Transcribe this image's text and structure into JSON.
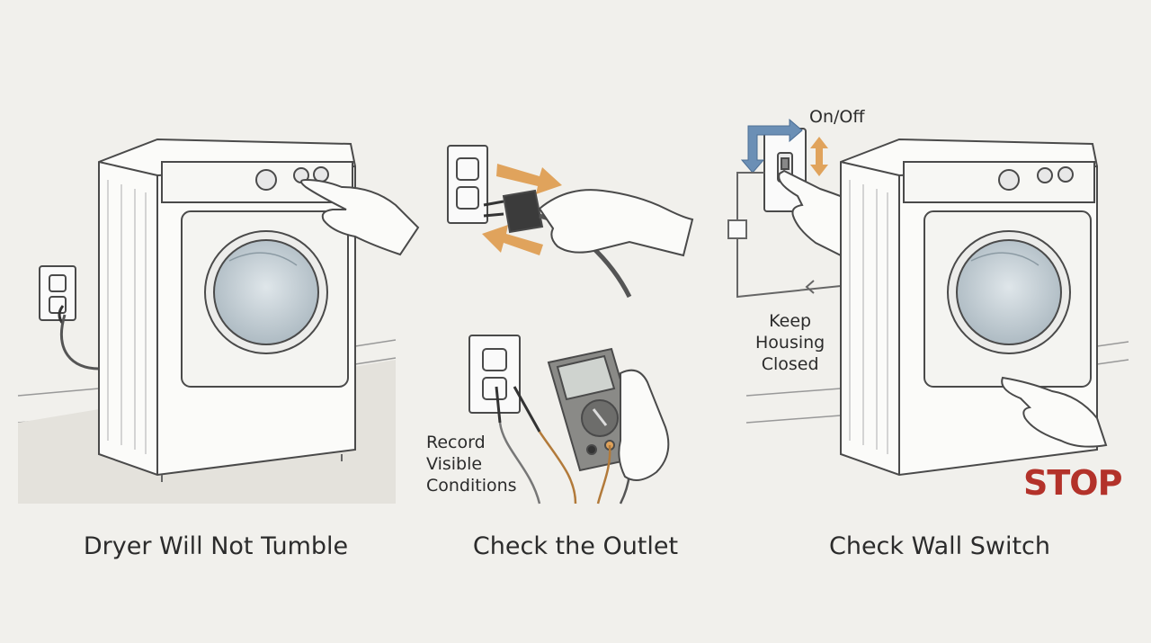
{
  "panels": [
    {
      "caption": "Dryer Will Not Tumble"
    },
    {
      "caption": "Check the Outlet",
      "note": "Record\nVisible\nConditions"
    },
    {
      "caption": "Check Wall Switch",
      "switch_label": "On/Off",
      "note": "Keep\nHousing\nClosed",
      "warning": "STOP"
    }
  ],
  "colors": {
    "background": "#f1f0ec",
    "line": "#4a4a4a",
    "drum_glass": "#c9d3d8",
    "arrow_orange": "#e0a35c",
    "arrow_blue": "#6b8fb5",
    "stop_red": "#b3322a"
  }
}
